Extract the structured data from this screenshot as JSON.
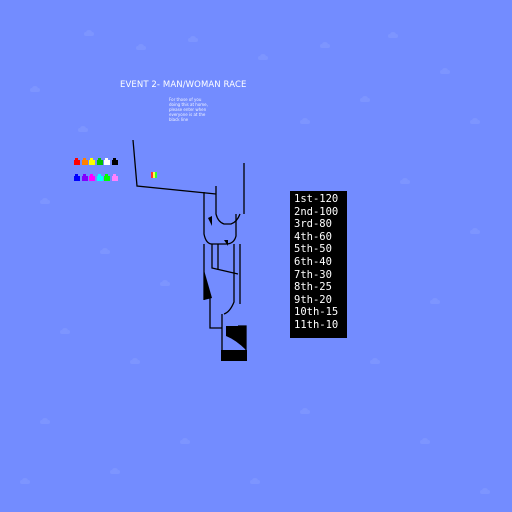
{
  "event": {
    "title": "EVENT 2- MAN/WOMAN RACE",
    "note": "For those of you doing this at home, please enter when everyone is at the black line"
  },
  "scoreboard": {
    "rows": [
      "1st-120",
      "2nd-100",
      "3rd-80",
      "4th-60",
      "5th-50",
      "6th-40",
      "7th-30",
      "8th-25",
      "9th-20",
      "10th-15",
      "11th-10"
    ]
  },
  "players": {
    "team_1_colors": [
      "#ff0000",
      "#ff8000",
      "#ffff00",
      "#00c000",
      "#ffffff",
      "#000000"
    ],
    "team_2_colors": [
      "#0000ff",
      "#8000ff",
      "#ff00ff",
      "#00ffff",
      "#00ff00",
      "#ff80ff"
    ]
  },
  "colors": {
    "background": "#738cff",
    "track": "#000000",
    "text": "#ffffff"
  }
}
